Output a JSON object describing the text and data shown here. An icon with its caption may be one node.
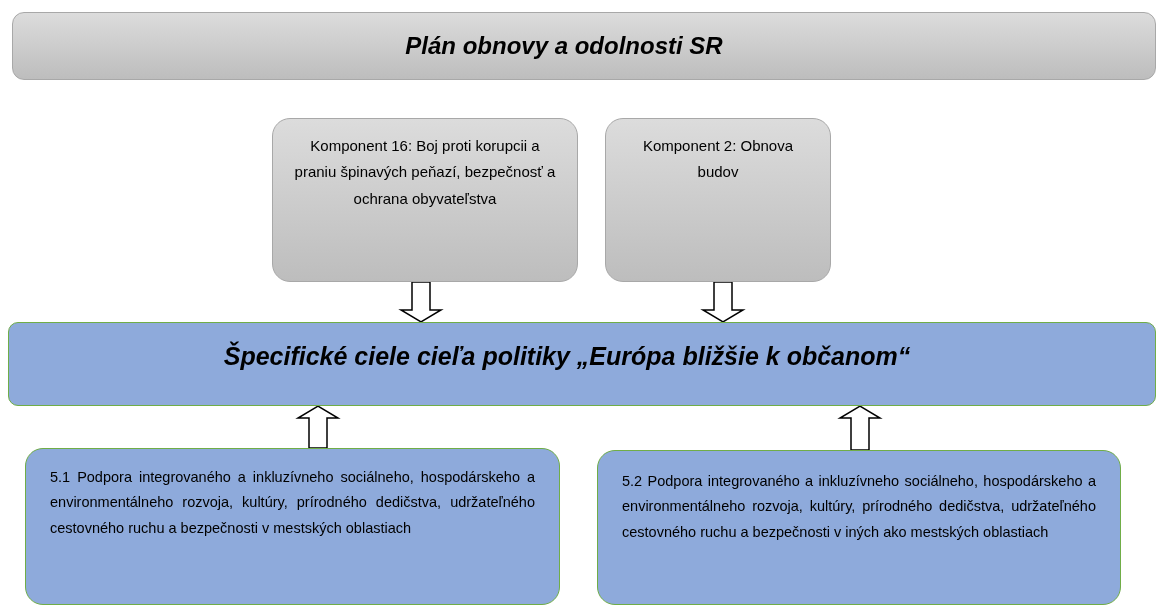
{
  "diagram": {
    "nodes": [
      {
        "text": [
          "Plán obnovy a odolnosti SR"
        ]
      },
      {
        "text": [
          "Komponent 16: Boj proti korupcii a praniu špinavých peňazí, bezpečnosť a ochrana obyvateľstva"
        ]
      },
      {
        "text": [
          "Komponent 2: Obnova budov"
        ]
      },
      {
        "text": [
          "Špecifické ciele cieľa politiky „Európa bližšie k občanom“"
        ]
      },
      {
        "text": [
          "5.1 Podpora integrovaného a inkluzívneho sociálneho, hospodárskeho a environmentálneho rozvoja, kultúry, prírodného dedičstva, udržateľného cestovného ruchu a bezpečnosti v mestských oblastiach"
        ]
      },
      {
        "text": [
          "5.2 Podpora integrovaného a inkluzívneho sociálneho, hospodárskeho a environmentálneho rozvoja, kultúry, prírodného dedičstva, udržateľného cestovného ruchu a bezpečnosti v iných ako mestských oblastiach"
        ]
      }
    ],
    "edges": [
      {
        "from": 1,
        "to": 3,
        "arrow": "to"
      },
      {
        "from": 2,
        "to": 3,
        "arrow": "to"
      },
      {
        "from": 4,
        "to": 3,
        "arrow": "to"
      },
      {
        "from": 5,
        "to": 3,
        "arrow": "to"
      }
    ]
  }
}
